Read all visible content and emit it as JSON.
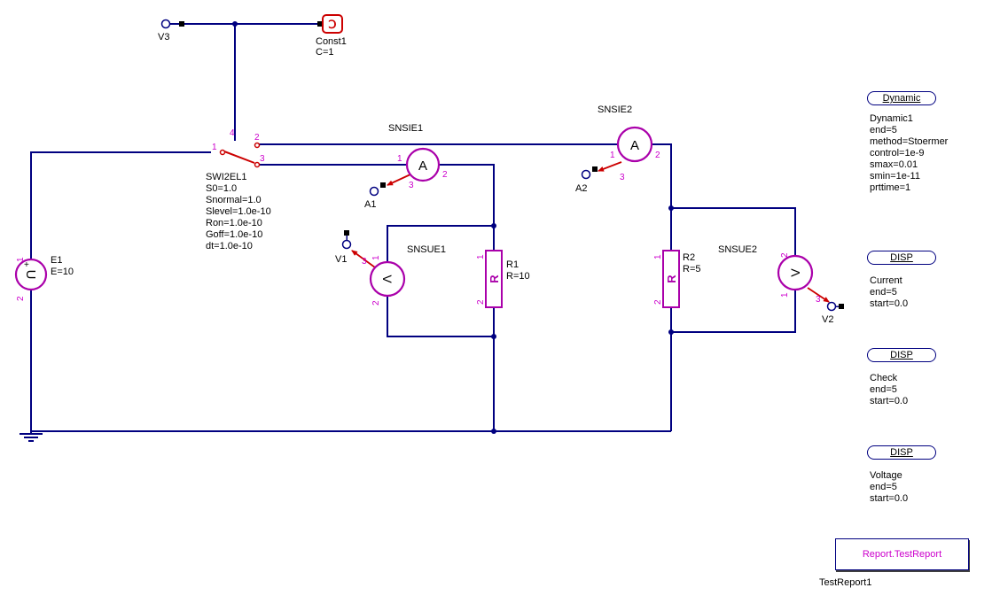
{
  "colors": {
    "wire": "#000080",
    "component_outline": "#AA00AA",
    "pin_number": "#CC00CC",
    "signal_red": "#CC0000",
    "report_text": "#CC00CC",
    "background": "#FFFFFF"
  },
  "nodes": {
    "v3": {
      "label": "V3"
    },
    "a1": {
      "label": "A1"
    },
    "a2": {
      "label": "A2"
    },
    "v1": {
      "label": "V1"
    },
    "v2": {
      "label": "V2"
    }
  },
  "const1": {
    "name": "Const1",
    "param": "C=1",
    "glyph": "Ↄ"
  },
  "switch1": {
    "name": "SWI2EL1",
    "params": [
      "S0=1.0",
      "Snormal=1.0",
      "Slevel=1.0e-10",
      "Ron=1.0e-10",
      "Goff=1.0e-10",
      "dt=1.0e-10"
    ],
    "pins": [
      "1",
      "2",
      "3",
      "4"
    ]
  },
  "e1": {
    "name": "E1",
    "param": "E=10",
    "glyph": "U",
    "plus": "+",
    "pins": [
      "1",
      "2"
    ]
  },
  "snsie1": {
    "name": "SNSIE1",
    "glyph": "A",
    "pins": [
      "1",
      "2",
      "3"
    ]
  },
  "snsie2": {
    "name": "SNSIE2",
    "glyph": "A",
    "pins": [
      "1",
      "2",
      "3"
    ]
  },
  "snsue1": {
    "name": "SNSUE1",
    "glyph": "V",
    "pins": [
      "1",
      "2",
      "3"
    ]
  },
  "snsue2": {
    "name": "SNSUE2",
    "glyph": "V",
    "pins": [
      "1",
      "2",
      "3"
    ]
  },
  "r1": {
    "name": "R1",
    "param": "R=10",
    "glyph": "R",
    "pins": [
      "1",
      "2"
    ]
  },
  "r2": {
    "name": "R2",
    "param": "R=5",
    "glyph": "R",
    "pins": [
      "1",
      "2"
    ]
  },
  "panel": {
    "dynamic": {
      "button": "Dynamic",
      "lines": [
        "Dynamic1",
        "end=5",
        "method=Stoermer",
        "control=1e-9",
        "smax=0.01",
        "smin=1e-11",
        "prttime=1"
      ]
    },
    "disp1": {
      "button": "DISP",
      "lines": [
        "Current",
        "end=5",
        "start=0.0"
      ]
    },
    "disp2": {
      "button": "DISP",
      "lines": [
        "Check",
        "end=5",
        "start=0.0"
      ]
    },
    "disp3": {
      "button": "DISP",
      "lines": [
        "Voltage",
        "end=5",
        "start=0.0"
      ]
    },
    "report": {
      "label": "Report.TestReport",
      "caption": "TestReport1"
    }
  }
}
